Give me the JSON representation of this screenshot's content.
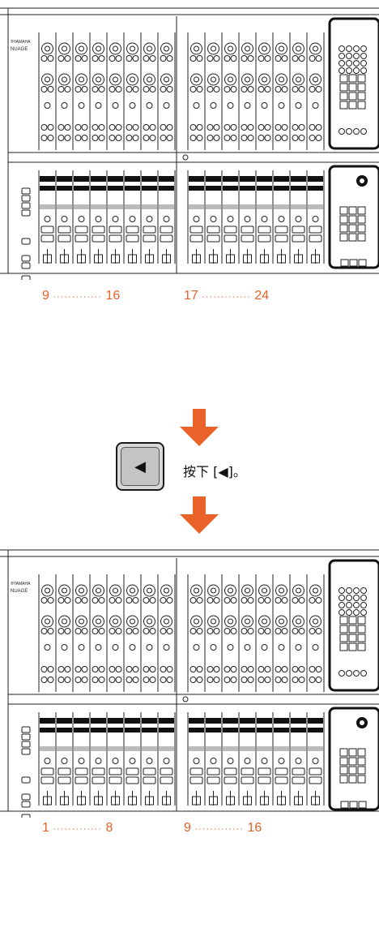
{
  "top_panel": {
    "brand": "®YAMAHA",
    "model": "NUAGE",
    "left_range": {
      "start": "9",
      "dots": "·············",
      "end": "16"
    },
    "right_range": {
      "start": "17",
      "dots": "·············",
      "end": "24"
    }
  },
  "step": {
    "button_glyph": "◀",
    "instruction": "按下 [◀]。"
  },
  "bottom_panel": {
    "brand": "®YAMAHA",
    "model": "NUAGE",
    "left_range": {
      "start": "1",
      "dots": "·············",
      "end": "8"
    },
    "right_range": {
      "start": "9",
      "dots": "·············",
      "end": "16"
    }
  },
  "colors": {
    "accent": "#e8622a",
    "line": "#222222",
    "dark": "#111111"
  }
}
